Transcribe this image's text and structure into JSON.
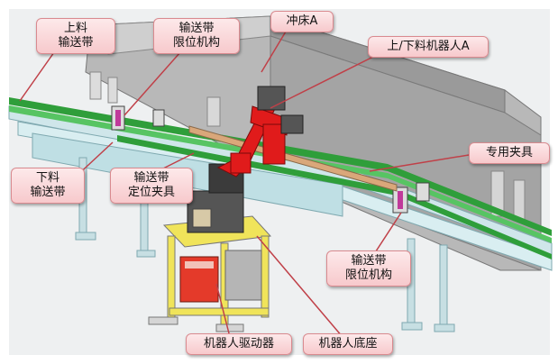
{
  "callouts": {
    "upper_conveyor": {
      "line1": "上料",
      "line2": "输送带"
    },
    "limit_top": {
      "line1": "输送带",
      "line2": "限位机构"
    },
    "press": {
      "line1": "冲床A"
    },
    "robot": {
      "line1": "上/下料机器人A"
    },
    "fixture": {
      "line1": "专用夹具"
    },
    "lower_conveyor": {
      "line1": "下料",
      "line2": "输送带"
    },
    "locating_clamp": {
      "line1": "输送带",
      "line2": "定位夹具"
    },
    "limit_bottom": {
      "line1": "输送带",
      "line2": "限位机构"
    },
    "robot_driver": {
      "line1": "机器人驱动器"
    },
    "robot_base": {
      "line1": "机器人底座"
    }
  },
  "colors": {
    "callout_fill": "#f7c9cc",
    "callout_border": "#d98a8f",
    "robot_red": "#e01b1b",
    "conveyor_green": "#2f9e3a",
    "frame_cyan": "#cfe6ea",
    "stand_yellow": "#f0e45a",
    "press_gray": "#a9a9a9"
  }
}
